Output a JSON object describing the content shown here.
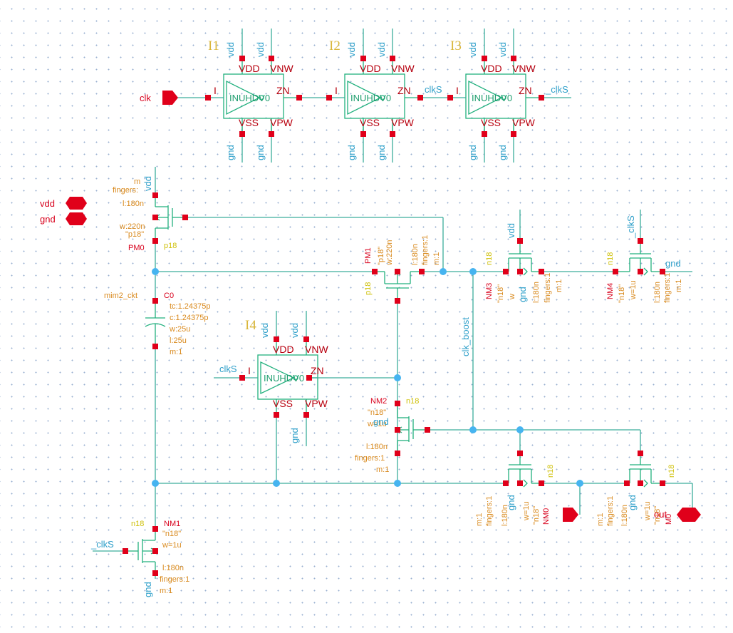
{
  "instances": {
    "i1": {
      "name": "I1"
    },
    "i2": {
      "name": "I2"
    },
    "i3": {
      "name": "I3"
    },
    "i4": {
      "name": "I4"
    }
  },
  "inverter": {
    "cell": "INUHDV0",
    "pins": {
      "vdd": "VDD",
      "vnw": "VNW",
      "vss": "VSS",
      "vpw": "VPW",
      "in": "I",
      "out": "ZN"
    }
  },
  "nets": {
    "vdd": "vdd",
    "gnd": "gnd",
    "clk": "clk",
    "clks": "clkS",
    "_clks": "_clkS",
    "clk_boost": "clk_boost",
    "out": "out"
  },
  "pm0": {
    "name": "PM0",
    "model": "\"p18\"",
    "type": "p18",
    "m": "m",
    "fingers": "fingers:",
    "l": "l:180n",
    "w": "w:220n"
  },
  "pm1": {
    "name": "PM1",
    "model": "\"p18\"",
    "type": "p18",
    "w": "w:220n",
    "l": "l:180n",
    "fingers": "fingers:1",
    "m": "m:1"
  },
  "c0": {
    "name": "C0",
    "cell": "mim2_ckt",
    "tc": "tc:1.24375p",
    "c": "c:1.24375p",
    "w": "w:25u",
    "l": "l:25u",
    "m": "m:1"
  },
  "nm1": {
    "name": "NM1",
    "model": "\"n18\"",
    "type": "n18",
    "w": "w=1u",
    "l": "l:180n",
    "fingers": "fingers:1",
    "m": "m:1"
  },
  "nm2": {
    "name": "NM2",
    "model": "\"n18\"",
    "type": "n18",
    "w": "w=1u",
    "l": "l:180n",
    "fingers": "fingers:1",
    "m": "m:1"
  },
  "nm3": {
    "name": "NM3",
    "model": "\"n18\"",
    "type": "n18",
    "w": "w",
    "l": "l:180n",
    "fingers": "fingers:1",
    "m": "m:1"
  },
  "nm4": {
    "name": "NM4",
    "model": "\"n18\"",
    "type": "n18",
    "w": "w=1u",
    "l": "l:180n",
    "fingers": "fingers:1",
    "m": "m:1"
  },
  "nm0": {
    "name": "NM0",
    "model": "\"n18\"",
    "type": "n18",
    "w": "w=1u",
    "l": "l:180n",
    "fingers": "fingers:1",
    "m": "m:1"
  },
  "m0": {
    "name": "M0",
    "model": "\"n18\"",
    "type": "n18",
    "w": "w=1u",
    "l": "l:180n",
    "fingers": "fingers:1",
    "m": "m:1"
  },
  "colors": {
    "wire": "#3cae9c",
    "symbol": "#22b07e",
    "pin": "#e0001a",
    "junction": "#46b4f0",
    "net_label": "#2fa0ca",
    "param": "#d98a1e",
    "instance": "#d9b63a",
    "port": "#e0001a"
  }
}
